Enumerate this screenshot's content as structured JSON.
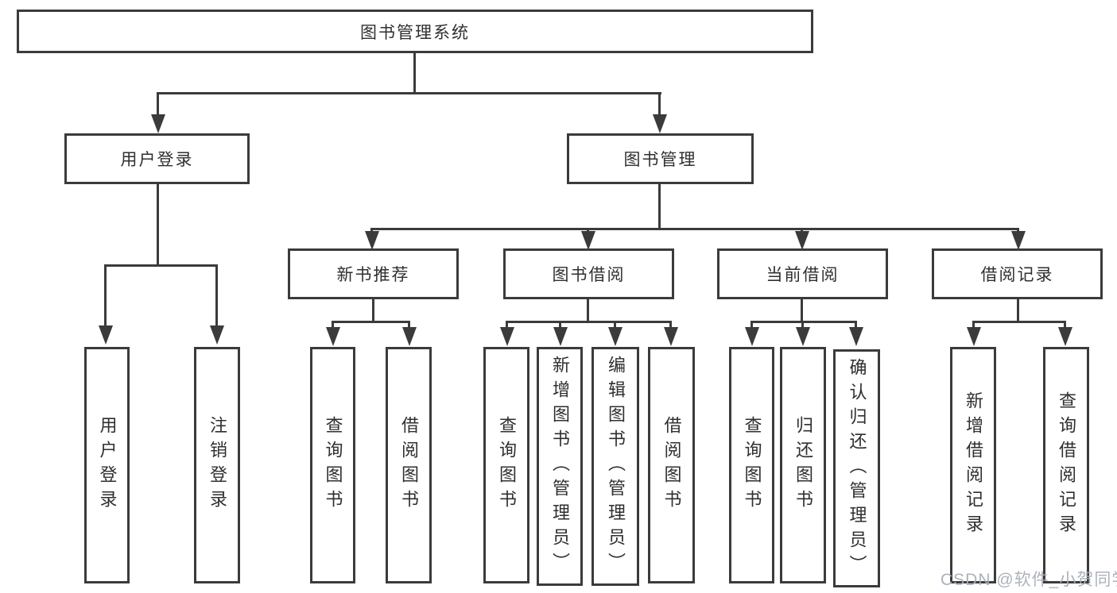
{
  "diagram": {
    "root": {
      "label": "图书管理系统"
    },
    "level2": {
      "user_login": {
        "label": "用户登录"
      },
      "book_management": {
        "label": "图书管理"
      }
    },
    "level3": {
      "new_book_recommend": {
        "label": "新书推荐"
      },
      "book_borrow": {
        "label": "图书借阅"
      },
      "current_borrow": {
        "label": "当前借阅"
      },
      "borrow_records": {
        "label": "借阅记录"
      }
    },
    "leaves": {
      "user_login": [
        "用户登录",
        "注销登录"
      ],
      "new_book_recommend": [
        "查询图书",
        "借阅图书"
      ],
      "book_borrow": [
        "查询图书",
        "新增图书（管理员）",
        "编辑图书（管理员）",
        "借阅图书"
      ],
      "current_borrow": [
        "查询图书",
        "归还图书",
        "确认归还（管理员）"
      ],
      "borrow_records": [
        "新增借阅记录",
        "查询借阅记录"
      ]
    },
    "colors": {
      "line": "#3b3b3b",
      "text": "#2f2f2f",
      "background": "#ffffff",
      "watermark": "#a8aeb8"
    },
    "watermark": "CSDN @软件_小贺同学"
  }
}
